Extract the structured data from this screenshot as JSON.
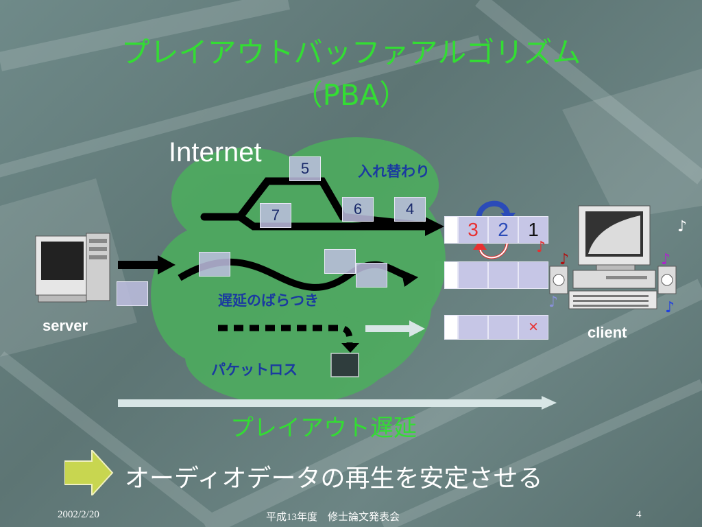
{
  "title": {
    "line1": "プレイアウトバッファアルゴリズム",
    "line2": "（PBA）"
  },
  "diagram": {
    "internet_label": "Internet",
    "server_label": "server",
    "client_label": "client",
    "reorder_label": "入れ替わり",
    "jitter_label": "遅延のばらつき",
    "loss_label": "パケットロス",
    "playout_delay_label": "プレイアウト遅延",
    "packets_top": [
      "5",
      "7",
      "6",
      "4"
    ],
    "buffer_row1": [
      "3",
      "2",
      "1"
    ],
    "loss_mark": "×",
    "music_note": "♪"
  },
  "conclusion": {
    "text": "オーディオデータの再生を安定させる"
  },
  "footer": {
    "date": "2002/2/20",
    "event": "平成13年度　修士論文発表会",
    "page": "4"
  },
  "colors": {
    "title": "#33dd33",
    "label_blue": "#1a3aa0",
    "cloud": "#4caf5d",
    "accent_red": "#e83030"
  }
}
